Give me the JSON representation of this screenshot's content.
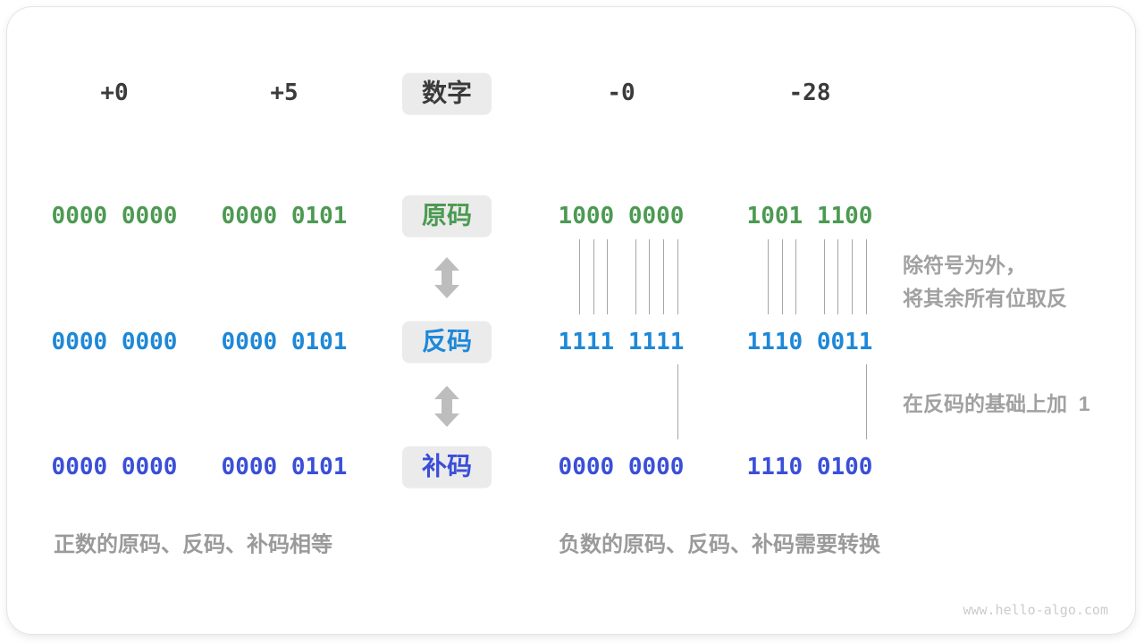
{
  "header": {
    "labels": [
      "+0",
      "+5",
      "-0",
      "-28"
    ],
    "badge": "数字"
  },
  "rows": [
    {
      "id": "sign-magnitude",
      "badge": "原码",
      "color": "#4c9a52",
      "values": [
        "0000 0000",
        "0000 0101",
        "1000 0000",
        "1001 1100"
      ]
    },
    {
      "id": "ones-complement",
      "badge": "反码",
      "color": "#1e88d8",
      "values": [
        "0000 0000",
        "0000 0101",
        "1111 1111",
        "1110 0011"
      ]
    },
    {
      "id": "twos-complement",
      "badge": "补码",
      "color": "#3a4fd8",
      "values": [
        "0000 0000",
        "0000 0101",
        "0000 0000",
        "1110 0100"
      ]
    }
  ],
  "annotations": {
    "invert_line1": "除符号为外，",
    "invert_line2": "将其余所有位取反",
    "add_one": "在反码的基础上加  1"
  },
  "captions": {
    "positive": "正数的原码、反码、补码相等",
    "negative": "负数的原码、反码、补码需要转换"
  },
  "icons": {
    "transform_arrow": "up-down-arrow"
  },
  "colors": {
    "text_dark": "#3b3b3b",
    "green": "#4c9a52",
    "azure": "#1e88d8",
    "indigo": "#3a4fd8",
    "annotation_gray": "#a1a1a1",
    "caption_gray": "#9a9a9a",
    "badge_background": "#ebebeb",
    "connector_line": "#a6a6a6",
    "arrow": "#bdbdbd",
    "watermark": "#cccccc"
  },
  "watermark": "www.hello-algo.com"
}
